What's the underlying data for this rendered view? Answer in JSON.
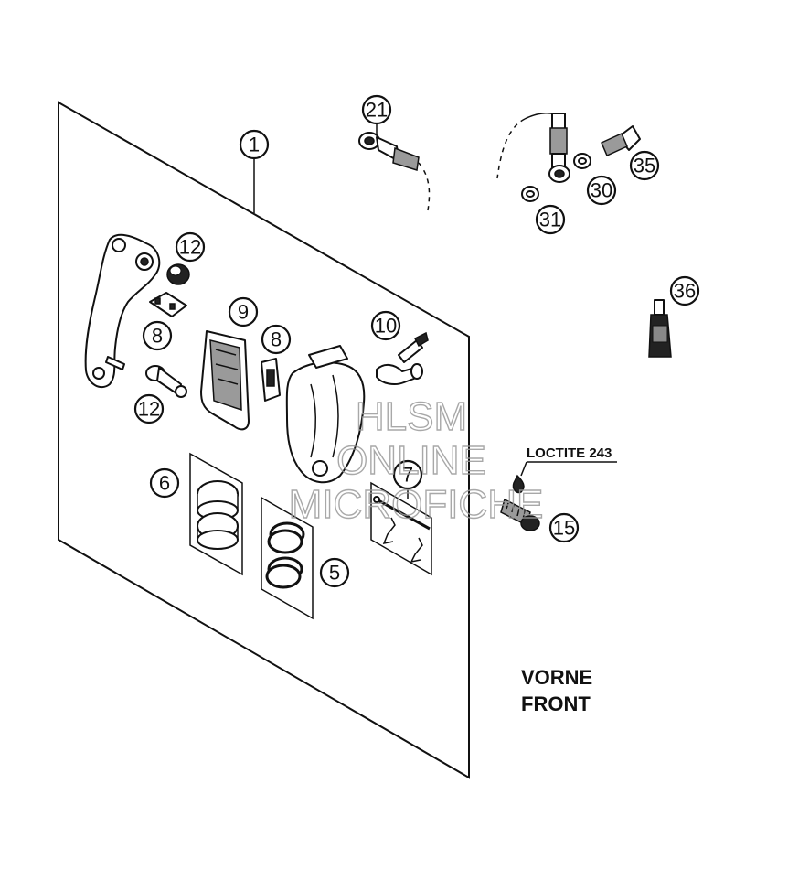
{
  "callouts": {
    "c1": "1",
    "c21": "21",
    "c35": "35",
    "c30": "30",
    "c31": "31",
    "c12a": "12",
    "c8a": "8",
    "c9": "9",
    "c8b": "8",
    "c10": "10",
    "c12b": "12",
    "c36": "36",
    "c6": "6",
    "c7": "7",
    "c5": "5",
    "c15": "15"
  },
  "labels": {
    "loctite": "LOCTITE 243",
    "vorne": "VORNE",
    "front": "FRONT"
  },
  "watermark": {
    "line1": "HLSM",
    "line2": "ONLINE",
    "line3": "MICROFICHE"
  }
}
